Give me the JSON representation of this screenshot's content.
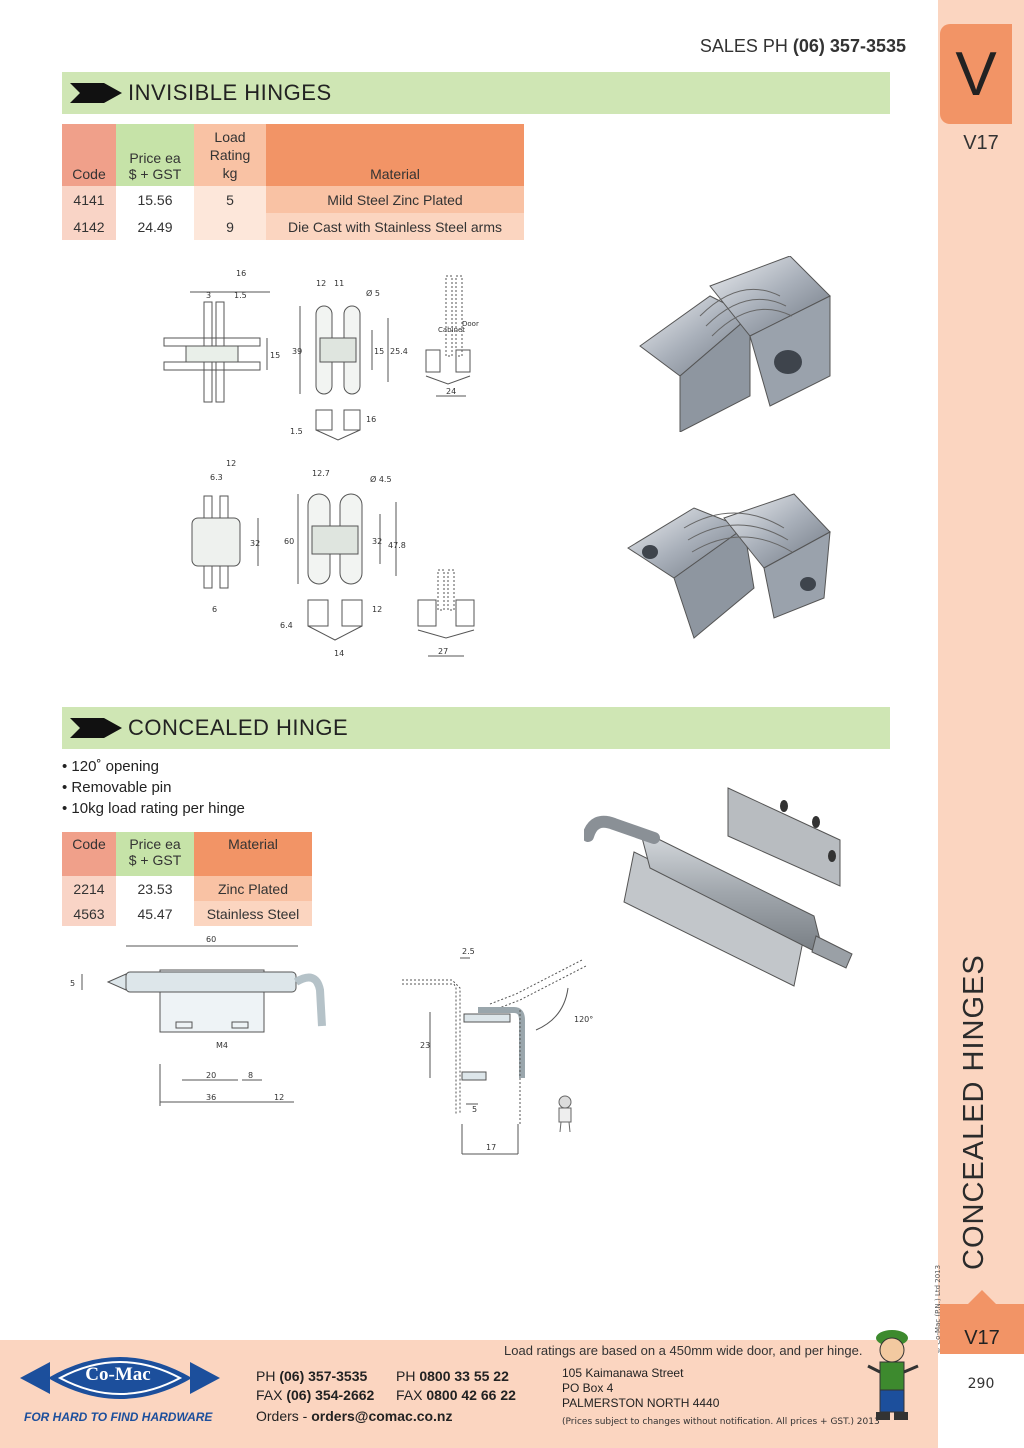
{
  "header": {
    "sales_label": "SALES  PH",
    "sales_phone": "(06) 357-3535"
  },
  "side": {
    "letter": "V",
    "page_code": "V17",
    "title": "CONCEALED HINGES",
    "copyright": "© Co-Mac (P.N.) Ltd 2013",
    "page_number": "290"
  },
  "invisible": {
    "title": "INVISIBLE HINGES",
    "headers": {
      "code": "Code",
      "price": "Price ea\n$ + GST",
      "load": "Load\nRating\nkg",
      "material": "Material"
    },
    "rows": [
      {
        "code": "4141",
        "price": "15.56",
        "load": "5",
        "material": "Mild Steel Zinc Plated"
      },
      {
        "code": "4142",
        "price": "24.49",
        "load": "9",
        "material": "Die Cast with Stainless Steel arms"
      }
    ],
    "dims1": {
      "d16": "16",
      "d3": "3",
      "d15a": "1.5",
      "d15": "15",
      "d12": "12",
      "d11": "11",
      "dia": "Ø 5",
      "d39": "39",
      "d15b": "15",
      "d254": "25.4",
      "d15c": "1.5",
      "d16b": "16",
      "d24": "24",
      "cabinet": "Cabinet",
      "door": "Door"
    },
    "dims2": {
      "d12": "12",
      "d63": "6.3",
      "d32": "32",
      "d6": "6",
      "d127": "12.7",
      "dia": "Ø 4.5",
      "d60": "60",
      "d32b": "32",
      "d478": "47.8",
      "d12b": "12",
      "d64": "6.4",
      "d14": "14",
      "d27": "27"
    }
  },
  "concealed": {
    "title": "CONCEALED HINGE",
    "bullets": [
      "• 120˚ opening",
      "• Removable pin",
      "• 10kg load rating per hinge"
    ],
    "headers": {
      "code": "Code",
      "price": "Price ea\n$ + GST",
      "material": "Material"
    },
    "rows": [
      {
        "code": "2214",
        "price": "23.53",
        "material": "Zinc Plated"
      },
      {
        "code": "4563",
        "price": "45.47",
        "material": "Stainless Steel"
      }
    ],
    "dims": {
      "d60": "60",
      "d5": "5",
      "m4": "M4",
      "d20": "20",
      "d8": "8",
      "d36": "36",
      "d12": "12",
      "d25": "2.5",
      "d23": "23",
      "d5b": "5",
      "d17": "17",
      "angle": "120°"
    }
  },
  "footer": {
    "load_note": "Load ratings are based on a 450mm wide door, and per hinge.",
    "logo": "Co-Mac",
    "tagline": "FOR HARD TO FIND HARDWARE",
    "ph_label": "PH",
    "ph": "(06) 357-3535",
    "fax_label": "FAX",
    "fax": "(06) 354-2662",
    "ph2": "0800 33 55 22",
    "fax2": "0800 42 66 22",
    "orders_label": "Orders -",
    "orders_email": "orders@comac.co.nz",
    "addr1": "105 Kaimanawa Street",
    "addr2": "PO Box 4",
    "addr3": "PALMERSTON NORTH 4440",
    "fine": "(Prices subject to changes without notification.  All prices + GST.)  2013"
  },
  "colors": {
    "orange": "#f29466",
    "green_bar": "#cfe6b4",
    "peach": "#fbd5c0",
    "brand_blue": "#1c4f9c"
  }
}
